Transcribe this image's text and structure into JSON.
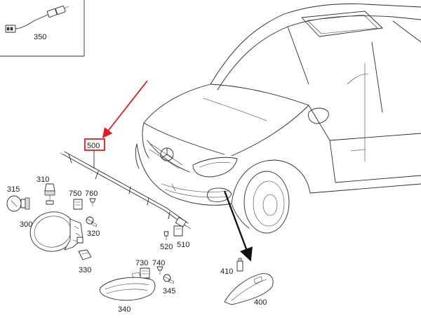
{
  "colors": {
    "highlight": "#e11b22",
    "line": "#2b2b2b"
  },
  "callouts": {
    "p350": "350",
    "p500": "500",
    "p310": "310",
    "p315": "315",
    "p750": "750",
    "p760": "760",
    "p300": "300",
    "p320": "320",
    "p330": "330",
    "p520": "520",
    "p510": "510",
    "p730": "730",
    "p740": "740",
    "p345": "345",
    "p340": "340",
    "p410": "410",
    "p400": "400"
  }
}
